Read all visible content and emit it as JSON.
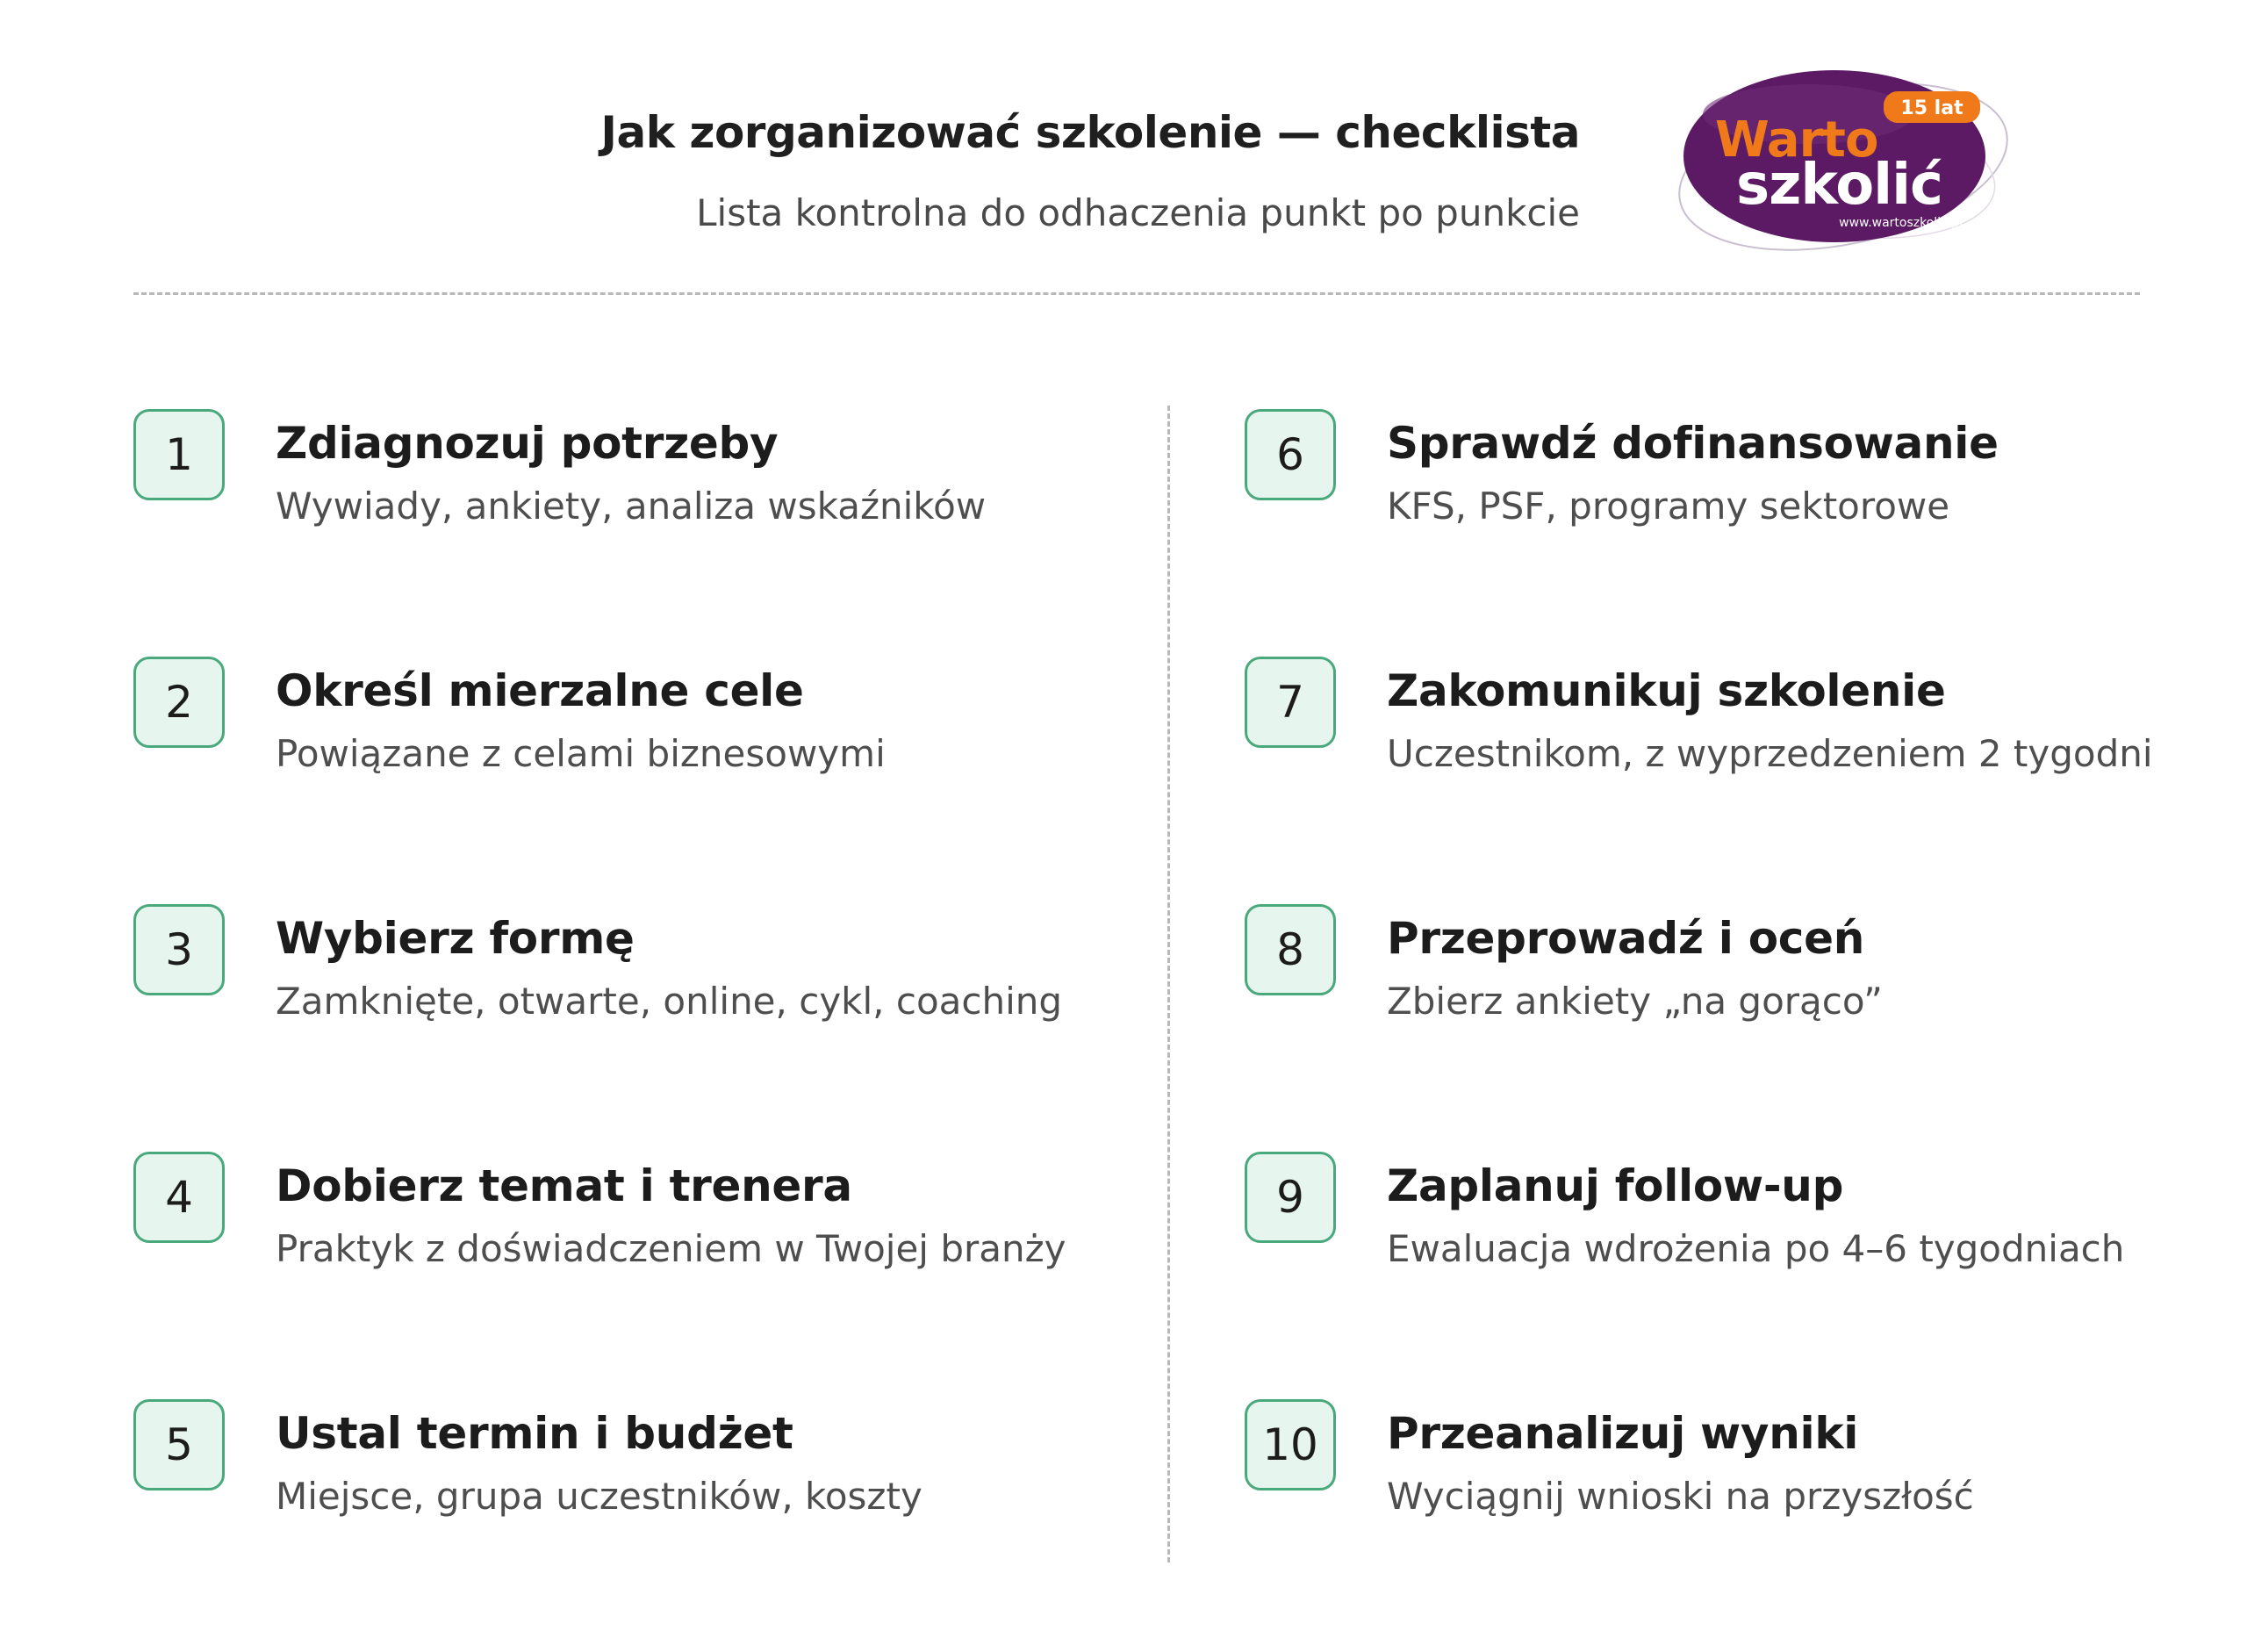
{
  "header": {
    "title": "Jak zorganizować szkolenie — checklista",
    "subtitle": "Lista kontrolna do odhaczenia punkt po punkcie"
  },
  "logo": {
    "brand_line1": "Warto",
    "brand_line2": "szkolić",
    "badge": "15 lat",
    "url": "www.wartoszkolic.pl",
    "colors": {
      "purple": "#5b1a63",
      "orange": "#f07a1a",
      "white": "#ffffff"
    }
  },
  "colors": {
    "accent_border": "#4aa97c",
    "accent_fill": "#e6f5ee",
    "divider": "#b8b8b8"
  },
  "items": [
    {
      "number": "1",
      "title": "Zdiagnozuj potrzeby",
      "desc": "Wywiady, ankiety, analiza wskaźników"
    },
    {
      "number": "2",
      "title": "Określ mierzalne cele",
      "desc": "Powiązane z celami biznesowymi"
    },
    {
      "number": "3",
      "title": "Wybierz formę",
      "desc": "Zamknięte, otwarte, online, cykl, coaching"
    },
    {
      "number": "4",
      "title": "Dobierz temat i trenera",
      "desc": "Praktyk z doświadczeniem w Twojej branży"
    },
    {
      "number": "5",
      "title": "Ustal termin i budżet",
      "desc": "Miejsce, grupa uczestników, koszty"
    },
    {
      "number": "6",
      "title": "Sprawdź dofinansowanie",
      "desc": "KFS, PSF, programy sektorowe"
    },
    {
      "number": "7",
      "title": "Zakomunikuj szkolenie",
      "desc": "Uczestnikom, z wyprzedzeniem 2 tygodni"
    },
    {
      "number": "8",
      "title": "Przeprowadź i oceń",
      "desc": "Zbierz ankiety „na gorąco”"
    },
    {
      "number": "9",
      "title": "Zaplanuj follow-up",
      "desc": "Ewaluacja wdrożenia po 4–6 tygodniach"
    },
    {
      "number": "10",
      "title": "Przeanalizuj wyniki",
      "desc": "Wyciągnij wnioski na przyszłość"
    }
  ]
}
